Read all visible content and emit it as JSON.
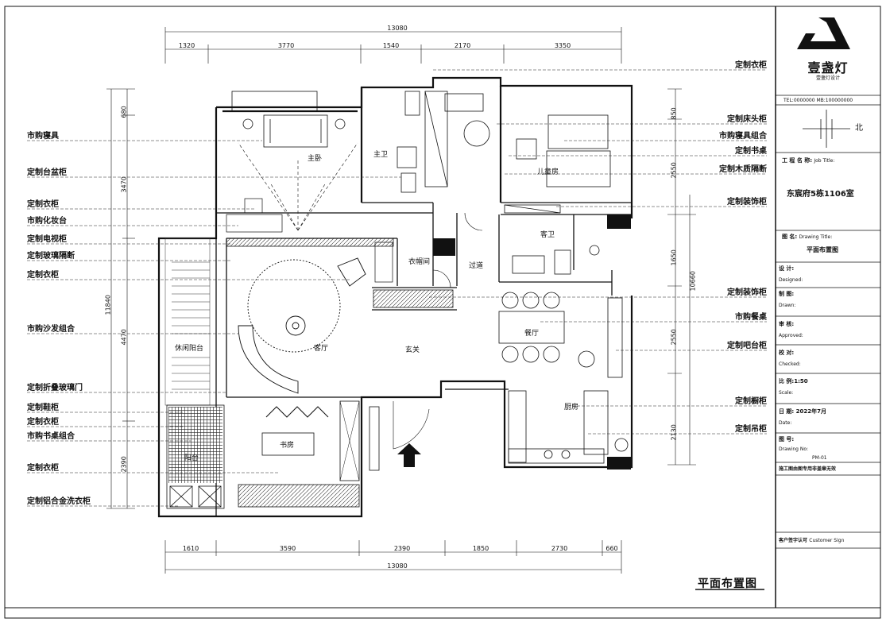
{
  "drawing": {
    "title": "平面布置图",
    "overall_top": "13080",
    "overall_bottom": "13080",
    "overall_left": "11840",
    "overall_right": "10660",
    "top_dims": [
      "1320",
      "3770",
      "1540",
      "2170",
      "3350"
    ],
    "bottom_dims": [
      "1610",
      "3590",
      "2390",
      "1850",
      "2730",
      "660"
    ],
    "left_dims": [
      "680",
      "3470",
      "4470",
      "2390"
    ],
    "right_dims": [
      "850",
      "2550",
      "1650",
      "2550",
      "2130"
    ]
  },
  "left_labels": [
    "市购寝具",
    "定制台盆柜",
    "定制衣柜",
    "市购化妆台",
    "定制电视柜",
    "定制玻璃隔断",
    "定制衣柜",
    "市购沙发组合",
    "定制折叠玻璃门",
    "定制鞋柜",
    "定制衣柜",
    "市购书桌组合",
    "定制衣柜",
    "定制铝合金洗衣柜"
  ],
  "right_labels": [
    "定制衣柜",
    "定制床头柜",
    "市购寝具组合",
    "定制书桌",
    "定制木质隔断",
    "定制装饰柜",
    "定制装饰柜",
    "市购餐桌",
    "定制吧台柜",
    "定制橱柜",
    "定制吊柜"
  ],
  "rooms": {
    "master": "主卧",
    "master_bath": "主卫",
    "kids": "儿童房",
    "guest_bath": "客卫",
    "cloakroom": "衣帽间",
    "corridor": "过道",
    "living": "客厅",
    "dining": "餐厅",
    "foyer": "玄关",
    "balcony1": "休闲阳台",
    "study": "书房",
    "balcony2": "阳台",
    "kitchen": "厨房"
  },
  "compass": {
    "north": "北"
  },
  "title_block": {
    "brand": "壹盏灯",
    "brand_sub": "壹盏灯设计",
    "contact": "TEL:0000000  MB:100000000",
    "project_label": "工 程 名 称:",
    "project_label_en": "Job Title:",
    "project_name": "东宸府5栋1106室",
    "drawing_name_label": "图    名:",
    "drawing_name_label_en": "Drawing Title:",
    "drawing_name": "平面布置图",
    "designed_label": "设 计:",
    "designed_en": "Designed:",
    "drawn_label": "制 图:",
    "drawn_en": "Drawn:",
    "approved_label": "审 核:",
    "approved_en": "Approved:",
    "checked_label": "校 对:",
    "checked_en": "Checked:",
    "scale_label": "比 例:1:50",
    "scale_en": "Scale:",
    "date_label": "日 期: 2022年7月",
    "date_en": "Date:",
    "drawing_no_label": "图 号:",
    "drawing_no_en": "Drawing No:",
    "drawing_no": "PM-01",
    "note": "施工图由图专用非盖章无效",
    "client_label": "客户签字认可",
    "client_en": "Customer Sign"
  },
  "colors": {
    "line": "#111111",
    "hatch": "#333333"
  }
}
